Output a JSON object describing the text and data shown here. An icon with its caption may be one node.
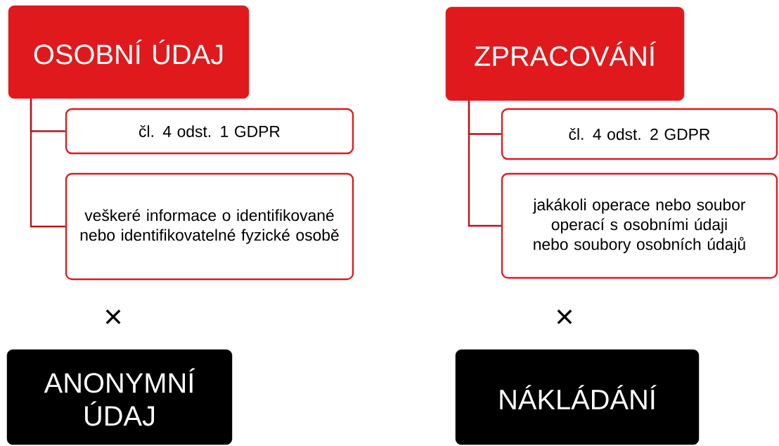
{
  "diagram": {
    "nodes": [
      {
        "text": [
          "OSOBNÍ ÚDAJ"
        ]
      },
      {
        "text": [
          "čl. 4 odst. 1 GDPR"
        ]
      },
      {
        "text": [
          "veškeré informace o identifikované nebo identifikovatelné fyzické osobě"
        ]
      },
      {
        "text": [
          "ZPRACOVÁNÍ"
        ]
      },
      {
        "text": [
          "čl. 4 odst. 2 GDPR"
        ]
      },
      {
        "text": [
          "jakákoli operace nebo soubor operací s osobními údaji nebo soubory osobních údajů"
        ]
      },
      {
        "text": [
          "ANONYMNÍ ÚDAJ"
        ]
      },
      {
        "text": [
          "NÁKLÁDÁNÍ"
        ]
      }
    ],
    "edges": [
      {
        "from": 0,
        "to": 1,
        "arrow": "none"
      },
      {
        "from": 0,
        "to": 2,
        "arrow": "none"
      },
      {
        "from": 3,
        "to": 4,
        "arrow": "none"
      },
      {
        "from": 3,
        "to": 5,
        "arrow": "none"
      }
    ],
    "labels": [
      "×",
      "×"
    ]
  }
}
